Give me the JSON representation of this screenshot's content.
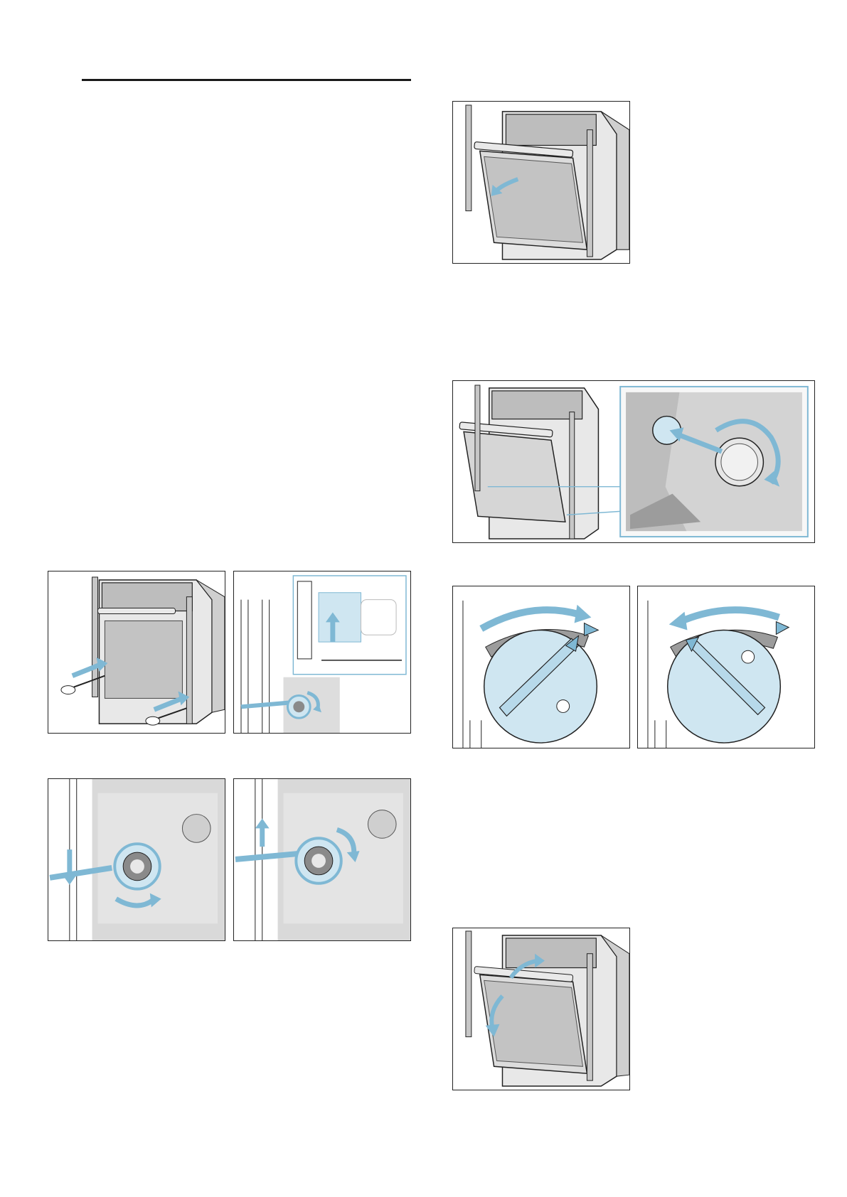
{
  "document": {
    "colors": {
      "accent_blue": "#7fb8d4",
      "light_blue": "#cfe6f1",
      "gray": "#c7c7c7",
      "dark_gray": "#8a8a8a",
      "line": "#222222"
    },
    "figures": [
      {
        "id": "fig-door-open-top"
      },
      {
        "id": "fig-hinge-lock-detail"
      },
      {
        "id": "fig-screwdrivers-insert"
      },
      {
        "id": "fig-lever-zoom"
      },
      {
        "id": "fig-turn-clockwise"
      },
      {
        "id": "fig-turn-counterclockwise"
      },
      {
        "id": "fig-lever-lift"
      },
      {
        "id": "fig-lever-dial-rotate-a"
      },
      {
        "id": "fig-lever-dial-rotate-b"
      },
      {
        "id": "fig-door-close-bottom"
      }
    ]
  }
}
